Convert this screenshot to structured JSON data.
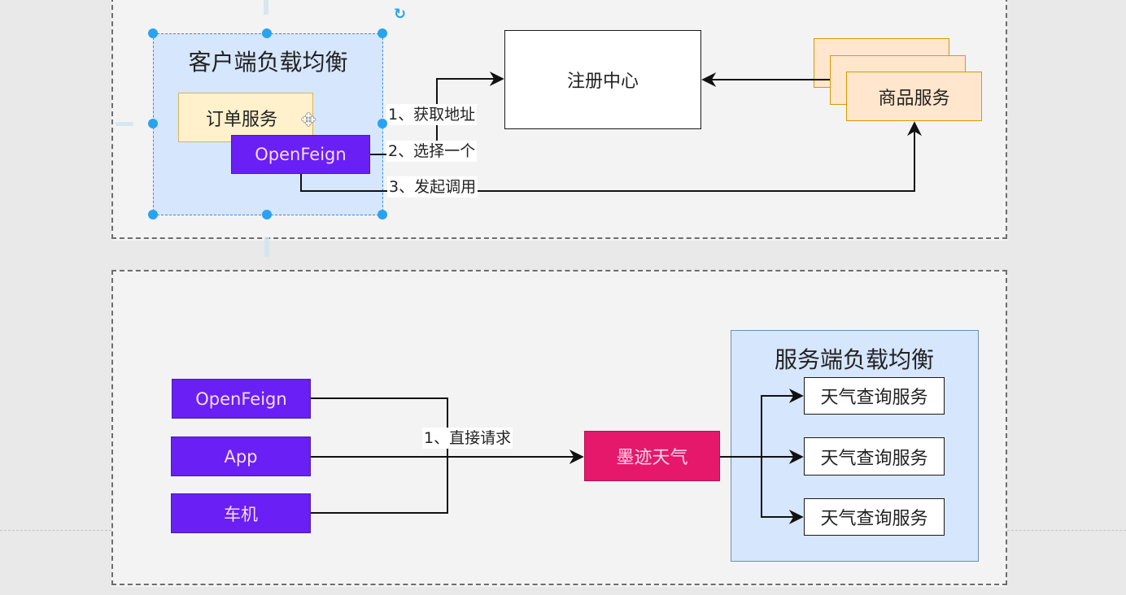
{
  "top_section": {
    "client_lb_panel": {
      "title": "客户端负载均衡"
    },
    "order_service": {
      "label": "订单服务"
    },
    "openfeign": {
      "label": "OpenFeign"
    },
    "registry": {
      "label": "注册中心"
    },
    "product_service": {
      "label": "商品服务",
      "stack_count": 3
    },
    "edge_labels": {
      "get_address": "1、获取地址",
      "choose_one": "2、选择一个",
      "invoke": "3、发起调用"
    }
  },
  "bottom_section": {
    "clients": [
      {
        "label": "OpenFeign"
      },
      {
        "label": "App"
      },
      {
        "label": "车机"
      }
    ],
    "edge_labels": {
      "direct_request": "1、直接请求"
    },
    "gateway": {
      "label": "墨迹天气"
    },
    "server_lb_panel": {
      "title": "服务端负载均衡"
    },
    "weather_services": [
      {
        "label": "天气查询服务"
      },
      {
        "label": "天气查询服务"
      },
      {
        "label": "天气查询服务"
      }
    ]
  },
  "selection": {
    "selected_element": "客户端负载均衡",
    "icons": {
      "rotate": "↻",
      "move": "✥"
    }
  },
  "colors": {
    "purple": "#6a1ff5",
    "pink": "#e5186c",
    "panel_blue": "#d6e6fd",
    "handle_blue": "#29a3ef",
    "orange_fill": "#ffe6cc",
    "yellow_fill": "#fff1cc"
  }
}
